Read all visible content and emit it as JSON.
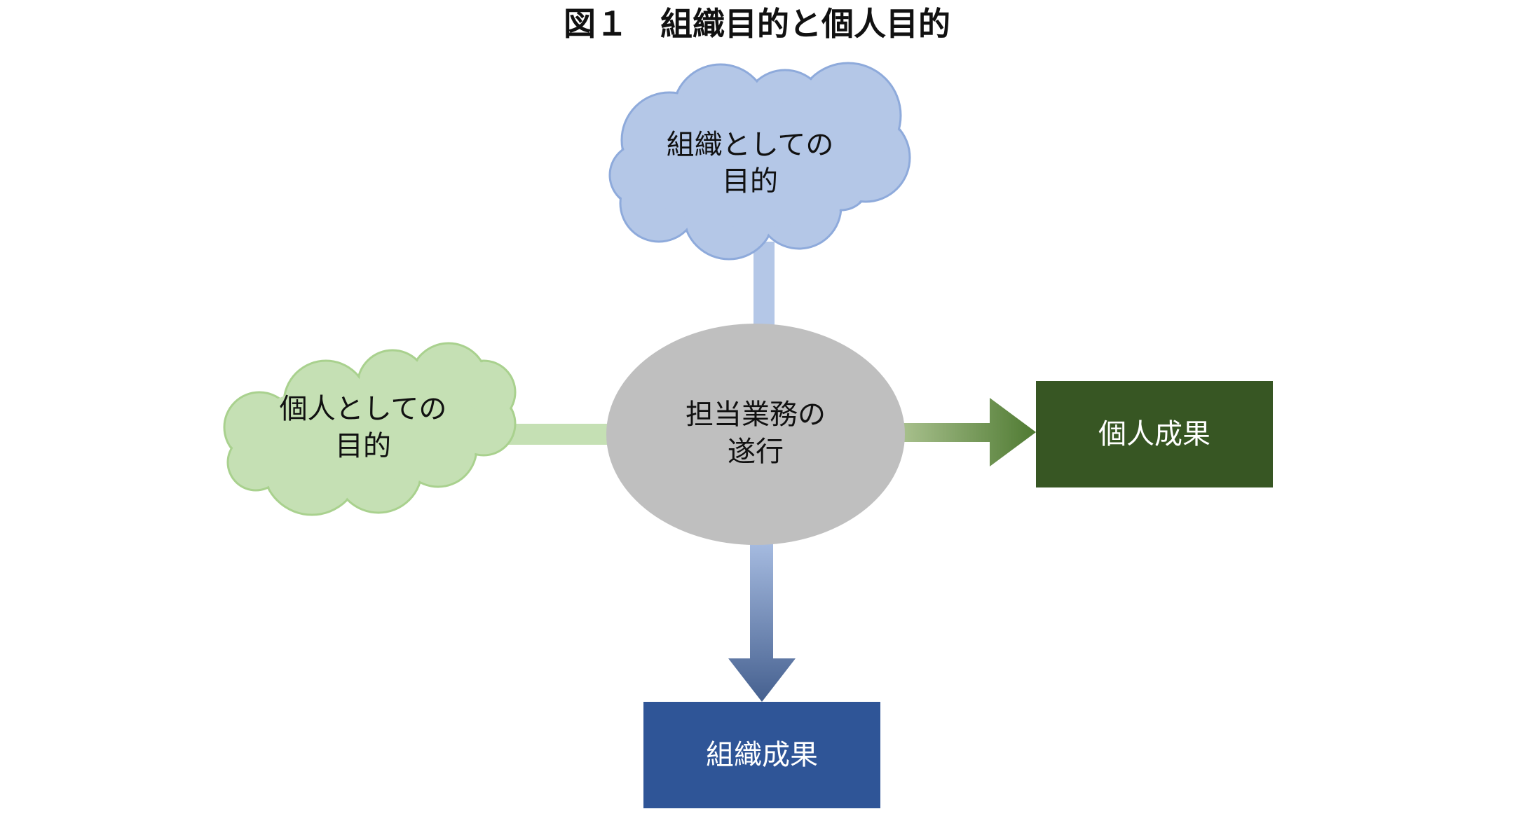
{
  "title": "図１　組織目的と個人目的",
  "nodes": {
    "org_purpose": {
      "lines": [
        "組織としての",
        "目的"
      ]
    },
    "personal_purpose": {
      "lines": [
        "個人としての",
        "目的"
      ]
    },
    "center": {
      "lines": [
        "担当業務の",
        "遂行"
      ]
    },
    "personal_result": {
      "label": "個人成果"
    },
    "org_result": {
      "label": "組織成果"
    }
  },
  "colors": {
    "org_cloud": "#b4c7e7",
    "org_cloud_stroke": "#8eaadb",
    "personal_cloud": "#c5e0b4",
    "personal_cloud_stroke": "#a9d18e",
    "center_ellipse": "#bfbfbf",
    "personal_result_box": "#375623",
    "org_result_box": "#2f5597"
  }
}
